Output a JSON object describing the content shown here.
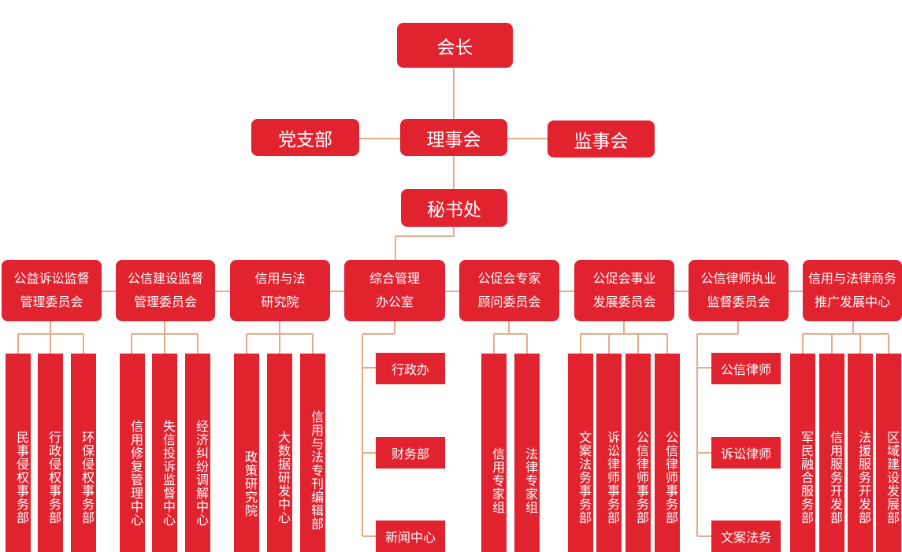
{
  "top": {
    "president": "会长",
    "council": "理事会",
    "party_branch": "党支部",
    "supervisors": "监事会",
    "secretariat": "秘书处"
  },
  "committees": [
    {
      "line1": "公益诉讼监督",
      "line2": "管理委员会",
      "children": [
        "民事侵权事务部",
        "行政侵权事务部",
        "环保侵权事务部"
      ]
    },
    {
      "line1": "公信建设监督",
      "line2": "管理委员会",
      "children": [
        "信用修复管理中心",
        "失信投诉监督中心",
        "经济纠纷调解中心"
      ]
    },
    {
      "line1": "信用与法",
      "line2": "研究院",
      "children": [
        "政策研究院",
        "大数据研发中心",
        "信用与法专刊编辑部"
      ]
    },
    {
      "line1": "综合管理",
      "line2": "办公室",
      "children": [
        "行政办",
        "财务部",
        "新闻中心"
      ]
    },
    {
      "line1": "公促会专家",
      "line2": "顾问委员会",
      "children": [
        "信用专家组",
        "法律专家组"
      ]
    },
    {
      "line1": "公促会事业",
      "line2": "发展委员会",
      "children": [
        "文案法务事务部",
        "诉讼律师事务部",
        "公信律师事务部",
        "公信律师事务部"
      ]
    },
    {
      "line1": "公信律师执业",
      "line2": "监督委员会",
      "children": [
        "公信律师",
        "诉讼律师",
        "文案法务"
      ]
    },
    {
      "line1": "信用与法律商务",
      "line2": "推广发展中心",
      "children": [
        "军民融合服务部",
        "信用服务开发部",
        "法援服务开发部",
        "区域建设发展部"
      ]
    }
  ],
  "colors": {
    "box": "#e0232f",
    "line": "#e8a98a",
    "text": "#ffffff"
  }
}
